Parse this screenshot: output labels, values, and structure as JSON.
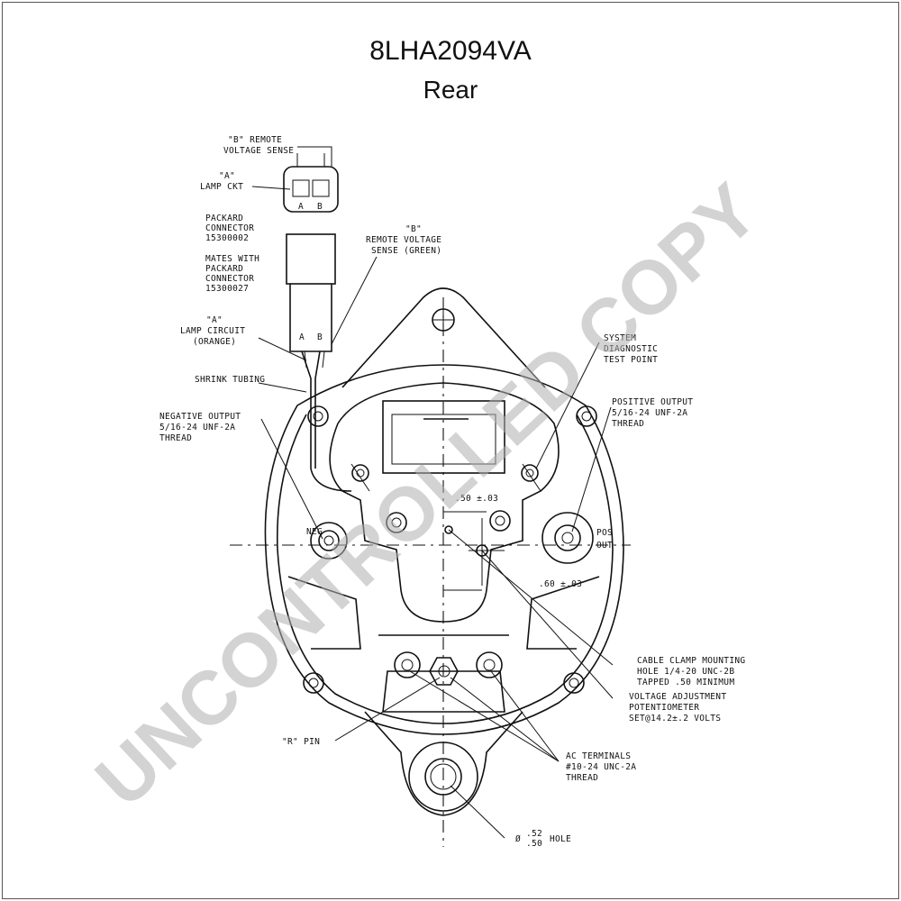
{
  "title": "8LHA2094VA",
  "subtitle": "Rear",
  "watermark": "UNCONTROLLED COPY",
  "callouts": {
    "b_remote_sense_1": "\"B\" REMOTE",
    "b_remote_sense_2": "VOLTAGE SENSE",
    "a_lamp_1": "\"A\"",
    "a_lamp_2": "LAMP CKT",
    "packard_1": "PACKARD",
    "packard_2": "CONNECTOR",
    "packard_3": "15300002",
    "mates_1": "MATES WITH",
    "mates_2": "PACKARD",
    "mates_3": "CONNECTOR",
    "mates_4": "15300027",
    "b_green_1": "\"B\"",
    "b_green_2": "REMOTE VOLTAGE",
    "b_green_3": "SENSE (GREEN)",
    "a_orange_1": "\"A\"",
    "a_orange_2": "LAMP CIRCUIT",
    "a_orange_3": "(ORANGE)",
    "shrink": "SHRINK TUBING",
    "neg_1": "NEGATIVE OUTPUT",
    "neg_2": "5/16-24 UNF-2A",
    "neg_3": "THREAD",
    "sys_1": "SYSTEM",
    "sys_2": "DIAGNOSTIC",
    "sys_3": "TEST POINT",
    "pos_1": "POSITIVE OUTPUT",
    "pos_2": "5/16-24 UNF-2A",
    "pos_3": "THREAD",
    "neg_short": "NEG",
    "pos_short": "POS",
    "out_short": "OUT",
    "dim_50": ".50 ±.03",
    "dim_60": ".60 ±.03",
    "clamp_1": "CABLE CLAMP MOUNTING",
    "clamp_2": "HOLE 1/4-20 UNC-2B",
    "clamp_3": "TAPPED .50 MINIMUM",
    "pot_1": "VOLTAGE ADJUSTMENT",
    "pot_2": "POTENTIOMETER",
    "pot_3": "SET@14.2±.2 VOLTS",
    "r_pin": "\"R\" PIN",
    "ac_1": "AC TERMINALS",
    "ac_2": "#10-24 UNC-2A",
    "ac_3": "THREAD",
    "hole_dia": "Ø",
    "hole_top": ".52",
    "hole_bot": ".50",
    "hole_word": "HOLE",
    "pin_a": "A",
    "pin_b": "B"
  }
}
